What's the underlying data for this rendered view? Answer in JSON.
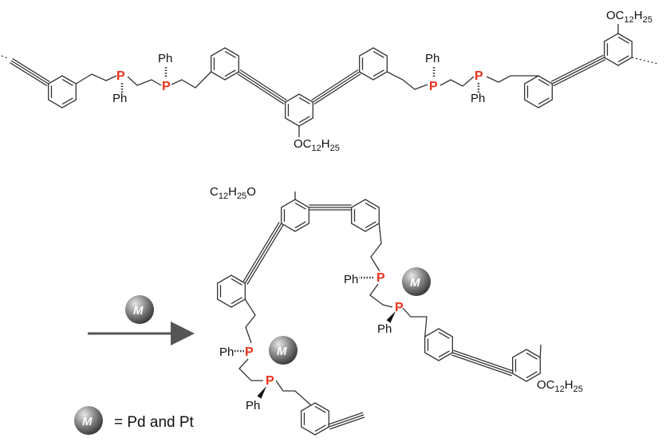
{
  "labels": {
    "ph": "Ph",
    "p": "P",
    "metal": "M",
    "alkoxy_o": "O",
    "alkoxy_c": "C",
    "alkoxy_n1": "12",
    "alkoxy_h": "H",
    "alkoxy_n2": "25"
  },
  "legend": {
    "metal_symbol": "M",
    "text": "= Pd and Pt"
  },
  "colors": {
    "phosphorus": "#e8321c",
    "metal_sphere": "#555555",
    "arrow": "#555555"
  }
}
